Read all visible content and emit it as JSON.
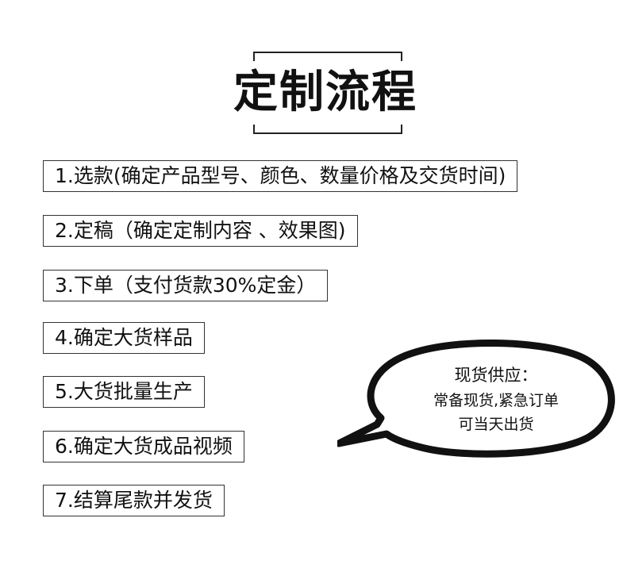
{
  "title": "定制流程",
  "steps": [
    {
      "label": "1.选款(确定产品型号、颜色、数量价格及交货时间)"
    },
    {
      "label": "2.定稿（确定定制内容 、效果图)"
    },
    {
      "label": "3.下单（支付货款30%定金）"
    },
    {
      "label": "4.确定大货样品"
    },
    {
      "label": "5.大货批量生产"
    },
    {
      "label": "6.确定大货成品视频"
    },
    {
      "label": "7.结算尾款并发货"
    }
  ],
  "stock_bubble": {
    "heading": "现货供应：",
    "line1": "常备现货,紧急订单",
    "line2": "可当天出货"
  }
}
